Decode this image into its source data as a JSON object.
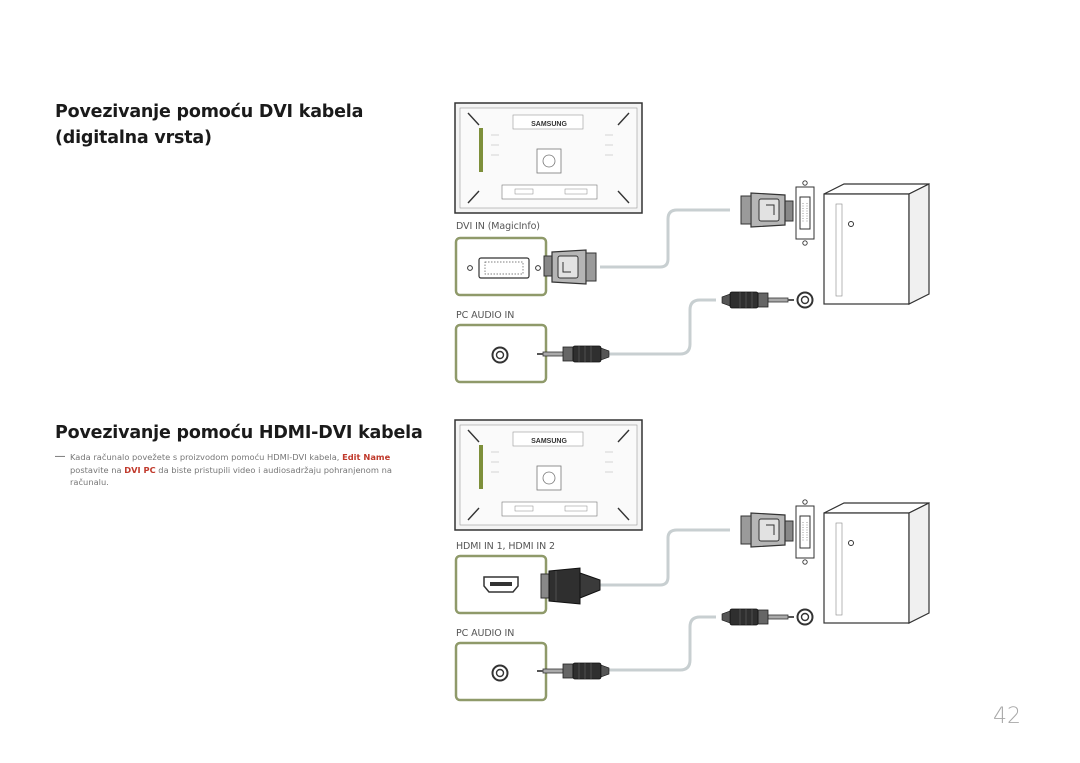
{
  "section1": {
    "heading": "Povezivanje pomoću DVI kabela (digitalna vrsta)"
  },
  "section2": {
    "heading": "Povezivanje pomoću HDMI-DVI kabela",
    "note": {
      "dash": "―",
      "text_1": "Kada računalo povežete s proizvodom pomoću HDMI-DVI kabela, ",
      "highlight_1": "Edit Name",
      "text_2": " postavite na ",
      "highlight_2": "DVI PC",
      "text_3": " da biste pristupili video i audiosadržaju pohranjenom na računalu."
    }
  },
  "diagram1": {
    "port_label": "DVI IN (MagicInfo)",
    "audio_label": "PC AUDIO IN",
    "brand": "SAMSUNG"
  },
  "diagram2": {
    "port_label": "HDMI IN 1, HDMI IN 2",
    "audio_label": "PC AUDIO IN",
    "brand": "SAMSUNG"
  },
  "colors": {
    "accent": "#c0392b",
    "port_frame": "#8f9a6a",
    "cable": "#c8cfd1",
    "panel_green": "#7d8f3a"
  },
  "page_number": "42"
}
